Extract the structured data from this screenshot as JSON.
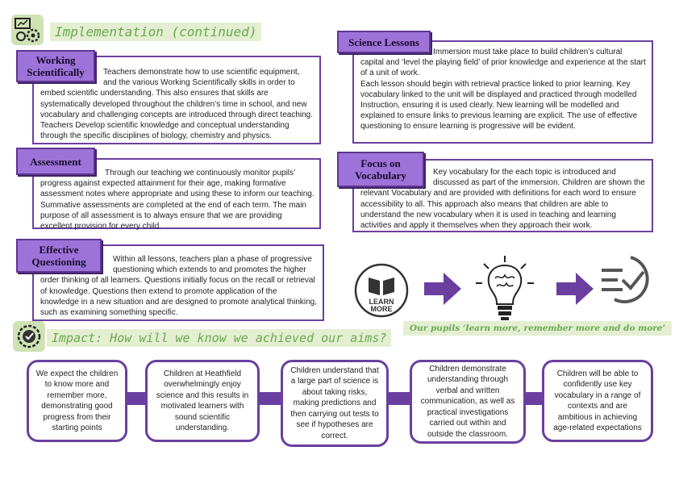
{
  "implementation": {
    "heading": "Implementation (continued)",
    "working": {
      "label": "Working Scientifically",
      "text": "Teachers demonstrate how to use scientific equipment, and the various Working Scientifically skills in order to embed scientific understanding.  This also ensures that skills are systematically developed throughout the children’s time in school, and new vocabulary and challenging concepts are introduced through direct teaching.  Teachers Develop scientific knowledge and conceptual understanding through the specific disciplines of biology, chemistry and physics."
    },
    "assessment": {
      "label": "Assessment",
      "text": "Through our teaching we continuously monitor pupils’ progress against expected attainment for their age, making formative assessment notes where appropriate and using these to inform our teaching.  Summative assessments are completed at the end of each term.  The main purpose of all assessment is to always ensure that we are providing excellent provision for every child."
    },
    "questioning": {
      "label": "Effective Questioning",
      "text": "Within all lessons, teachers plan a phase of progressive questioning which extends to and promotes the higher order thinking of all learners. Questions initially focus on the recall or retrieval of knowledge.  Questions then extend to promote application of the knowledge in a new situation and are designed to promote analytical thinking, such as examining something specific."
    },
    "science_lessons": {
      "label": "Science Lessons",
      "text1": "Immersion must take place to build children’s cultural capital and ‘level the playing field’ of prior knowledge and experience at the start of a unit of work.",
      "text2": "Each lesson should begin with retrieval practice linked to prior learning. Key vocabulary linked to the unit will be displayed and practiced through modelled Instruction, ensuring it is used clearly. New learning will be modelled and explained to ensure links to previous learning are explicit. The use of effective questioning to ensure learning is progressive will be evident."
    },
    "vocabulary": {
      "label": "Focus on Vocabulary",
      "text": "Key vocabulary for the each topic is introduced and discussed as part of the immersion. Children are shown the relevant Vocabulary and are provided with definitions for each word to ensure accessibility to all.  This approach also means that children are able to understand the new vocabulary when it is used in teaching and learning activities and apply it themselves when they approach their work."
    }
  },
  "visual": {
    "learn_more": "LEARN MORE",
    "caption": "Our pupils ‘learn more, remember more and do more’"
  },
  "impact": {
    "heading": "Impact: How will we know we achieved our aims?",
    "boxes": [
      "We expect the children to know more and remember more, demonstrating good progress from their starting points",
      "Children at Heathfield overwhelmingly enjoy science and this results in motivated learners with sound scientific understanding.",
      "Children understand that a large part of science is about taking risks, making predictions and then carrying out tests to see if hypotheses are correct.",
      "Children demonstrate understanding through verbal and written communication, as well as practical investigations carried out within and outside the classroom.",
      "Children will be able to confidently use key vocabulary in a range of contexts and are ambitious in achieving age-related expectations"
    ]
  },
  "colors": {
    "purple": "#6b3fa0",
    "label_purple": "#9d73d9",
    "green_band": "#e4efd2",
    "green_text": "#6aa84f"
  }
}
